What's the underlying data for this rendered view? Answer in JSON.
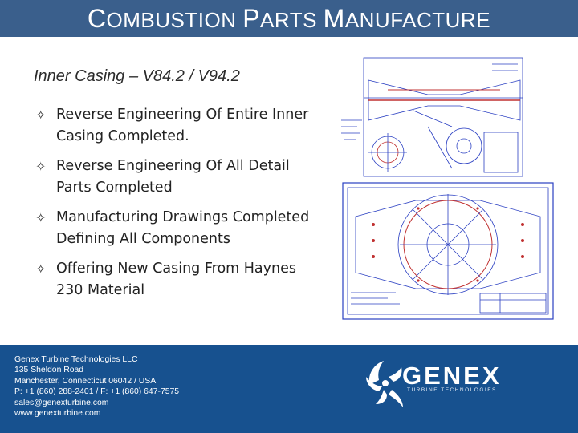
{
  "header": {
    "title_first_letter_1": "C",
    "title_rest_1": "OMBUSTION ",
    "title_first_letter_2": "P",
    "title_rest_2": "ARTS ",
    "title_first_letter_3": "M",
    "title_rest_3": "ANUFACTURE",
    "bar_color": "#3a5f8c"
  },
  "content": {
    "subtitle": "Inner Casing – V84.2 / V94.2",
    "bullet_icon": "four-point-star-icon",
    "bullets": [
      "Reverse Engineering Of Entire Inner Casing Completed.",
      "Reverse Engineering Of All Detail Parts Completed",
      "Manufacturing Drawings Completed Defining All Components",
      "Offering New Casing From Haynes 230 Material"
    ]
  },
  "footer": {
    "lines": [
      "Genex Turbine Technologies LLC",
      "135 Sheldon Road",
      "Manchester, Connecticut 06042 / USA",
      "P: +1 (860) 288-2401 / F: +1 (860) 647-7575",
      "sales@genexturbine.com",
      "www.genexturbine.com"
    ],
    "logo_word": "GENEX",
    "logo_tagline": "TURBINE TECHNOLOGIES",
    "bg_color": "#17518f"
  }
}
